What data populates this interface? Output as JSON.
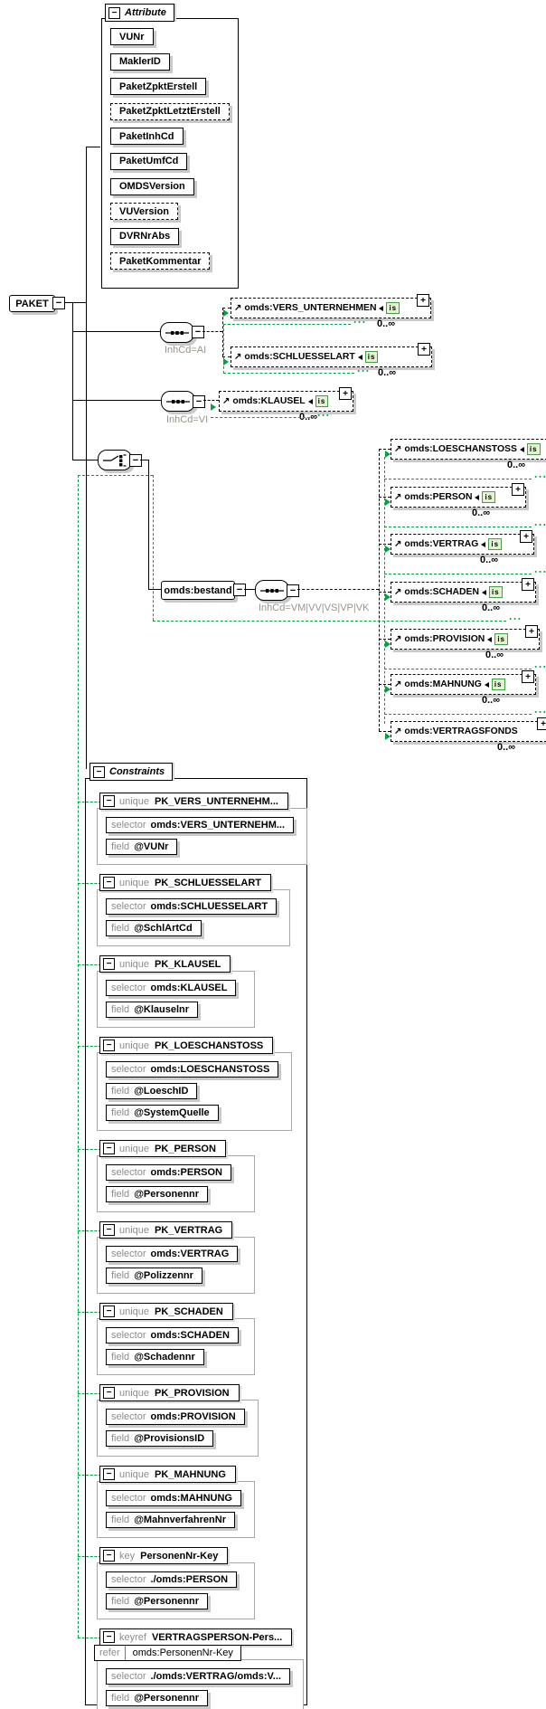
{
  "root": {
    "name": "PAKET"
  },
  "attributes": {
    "title": "Attribute",
    "items": [
      {
        "name": "VUNr",
        "optional": false
      },
      {
        "name": "MaklerID",
        "optional": false
      },
      {
        "name": "PaketZpktErstell",
        "optional": false
      },
      {
        "name": "PaketZpktLetztErstell",
        "optional": true
      },
      {
        "name": "PaketInhCd",
        "optional": false
      },
      {
        "name": "PaketUmfCd",
        "optional": false
      },
      {
        "name": "OMDSVersion",
        "optional": false
      },
      {
        "name": "VUVersion",
        "optional": true
      },
      {
        "name": "DVRNrAbs",
        "optional": false
      },
      {
        "name": "PaketKommentar",
        "optional": true
      }
    ]
  },
  "groups": [
    {
      "compositor": "sequence",
      "label": "InhCd=AI",
      "elements": [
        {
          "name": "omds:VERS_UNTERNEHMEN",
          "cardinality": "0..∞",
          "type_icon": true
        },
        {
          "name": "omds:SCHLUESSELART",
          "cardinality": "0..∞",
          "type_icon": true
        }
      ]
    },
    {
      "compositor": "sequence",
      "label": "InhCd=VI",
      "elements": [
        {
          "name": "omds:KLAUSEL",
          "cardinality": "0..∞",
          "type_icon": true
        }
      ]
    },
    {
      "compositor": "choice",
      "label": "",
      "elements": []
    }
  ],
  "bestand": {
    "name": "omds:bestand",
    "compositor": "sequence",
    "label": "InhCd=VM|VV|VS|VP|VK",
    "elements": [
      {
        "name": "omds:LOESCHANSTOSS",
        "cardinality": "0..∞",
        "type_icon": true
      },
      {
        "name": "omds:PERSON",
        "cardinality": "0..∞",
        "type_icon": true
      },
      {
        "name": "omds:VERTRAG",
        "cardinality": "0..∞",
        "type_icon": true
      },
      {
        "name": "omds:SCHADEN",
        "cardinality": "0..∞",
        "type_icon": true
      },
      {
        "name": "omds:PROVISION",
        "cardinality": "0..∞",
        "type_icon": true
      },
      {
        "name": "omds:MAHNUNG",
        "cardinality": "0..∞",
        "type_icon": true
      },
      {
        "name": "omds:VERTRAGSFONDS",
        "cardinality": "0..∞",
        "type_icon": false
      }
    ]
  },
  "constraints": {
    "title": "Constraints",
    "labels": {
      "selector": "selector",
      "field": "field",
      "refer": "refer"
    },
    "items": [
      {
        "kind": "unique",
        "name": "PK_VERS_UNTERNEHM...",
        "selector": "omds:VERS_UNTERNEHM...",
        "fields": [
          "@VUNr"
        ]
      },
      {
        "kind": "unique",
        "name": "PK_SCHLUESSELART",
        "selector": "omds:SCHLUESSELART",
        "fields": [
          "@SchlArtCd"
        ]
      },
      {
        "kind": "unique",
        "name": "PK_KLAUSEL",
        "selector": "omds:KLAUSEL",
        "fields": [
          "@Klauselnr"
        ]
      },
      {
        "kind": "unique",
        "name": "PK_LOESCHANSTOSS",
        "selector": "omds:LOESCHANSTOSS",
        "fields": [
          "@LoeschID",
          "@SystemQuelle"
        ]
      },
      {
        "kind": "unique",
        "name": "PK_PERSON",
        "selector": "omds:PERSON",
        "fields": [
          "@Personennr"
        ]
      },
      {
        "kind": "unique",
        "name": "PK_VERTRAG",
        "selector": "omds:VERTRAG",
        "fields": [
          "@Polizzennr"
        ]
      },
      {
        "kind": "unique",
        "name": "PK_SCHADEN",
        "selector": "omds:SCHADEN",
        "fields": [
          "@Schadennr"
        ]
      },
      {
        "kind": "unique",
        "name": "PK_PROVISION",
        "selector": "omds:PROVISION",
        "fields": [
          "@ProvisionsID"
        ]
      },
      {
        "kind": "unique",
        "name": "PK_MAHNUNG",
        "selector": "omds:MAHNUNG",
        "fields": [
          "@MahnverfahrenNr"
        ]
      },
      {
        "kind": "key",
        "name": "PersonenNr-Key",
        "selector": "./omds:PERSON",
        "fields": [
          "@Personennr"
        ]
      },
      {
        "kind": "keyref",
        "name": "VERTRAGSPERSON-Pers...",
        "refer": "omds:PersonenNr-Key",
        "selector": "./omds:VERTRAG/omds:V...",
        "fields": [
          "@Personennr"
        ]
      }
    ]
  },
  "icons": {
    "expand_collapsed": "+",
    "expand_expanded": "−",
    "reference_arrow": "↗",
    "type_icon": "is"
  },
  "colors": {
    "link_green": "#00a33d",
    "shadow": "#c9c9c9",
    "label_gray": "#8c8c8c",
    "group_label_gray": "#9a948a",
    "constraint_border": "#a8a8a8",
    "type_icon_bg": "#e3f2d0",
    "type_icon_border": "#44a044"
  }
}
